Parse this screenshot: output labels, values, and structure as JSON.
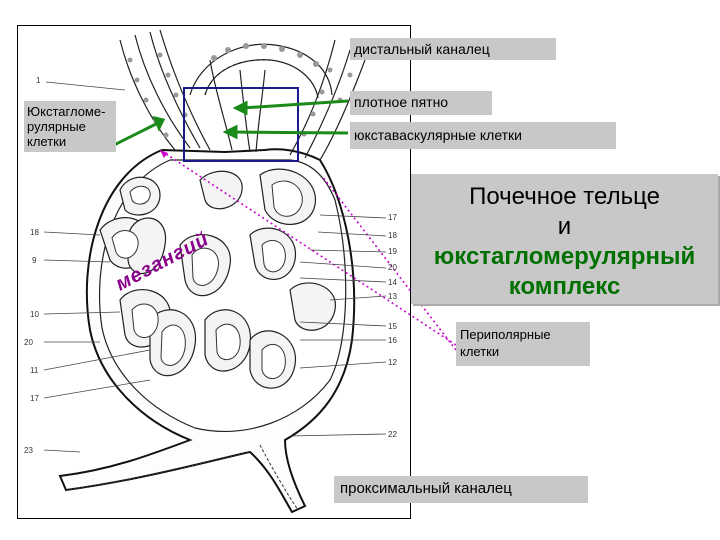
{
  "labels": {
    "juxtaglomerular_cells": "Юкстагломе-рулярные клетки",
    "distal_tubule": "дистальный каналец",
    "macula_densa": "плотное пятно",
    "juxtavascular_cells": "юкставаскулярные клетки",
    "peripolar_cells": "Периполярные клетки",
    "proximal_tubule": "проксимальный каналец",
    "mesangium": "мезангий"
  },
  "title": {
    "line1": "Почечное тельце",
    "line2": "и",
    "line3": "юкстагломерулярный",
    "line4": "комплекс"
  },
  "figure_numbers": {
    "left": [
      "1",
      "18",
      "9",
      "10",
      "20",
      "11",
      "17",
      "23"
    ],
    "right": [
      "17",
      "18",
      "19",
      "20",
      "14",
      "13",
      "15",
      "16",
      "12",
      "22"
    ]
  },
  "colors": {
    "label_bg": "#c8c8c8",
    "arrow_green": "#1a8a1a",
    "arrow_magenta": "#cc00cc",
    "highlight_box": "#1a1a8a",
    "title_green": "#007000"
  }
}
